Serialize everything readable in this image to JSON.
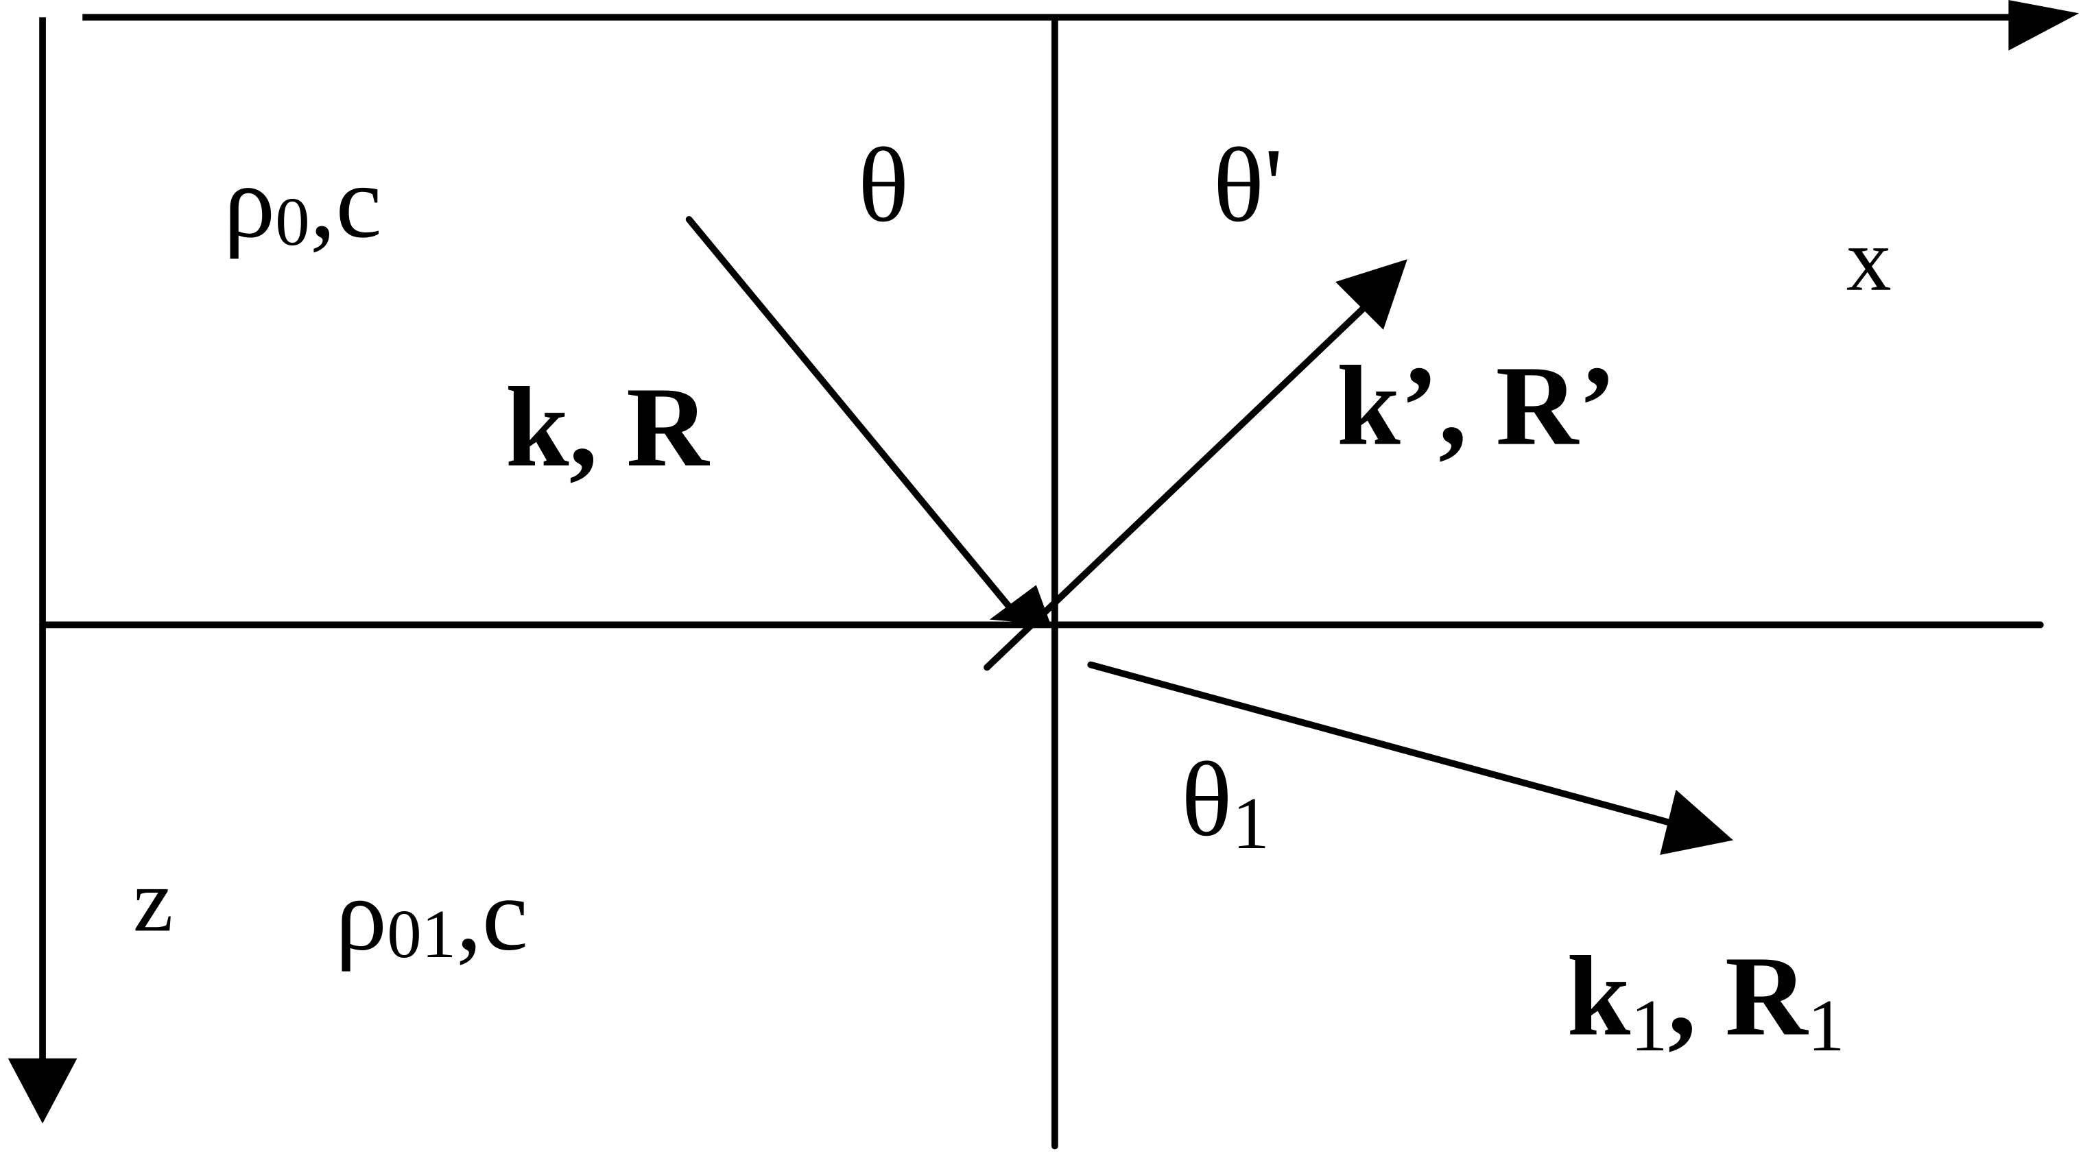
{
  "diagram": {
    "upper_medium": {
      "rho": "ρ",
      "sub": "0",
      "rest": ",c"
    },
    "lower_medium": {
      "rho": "ρ",
      "sub": "01",
      "rest": ",c"
    },
    "angle_incident": "θ",
    "angle_reflected": "θ'",
    "angle_transmitted": {
      "symbol": "θ",
      "sub": "1"
    },
    "incident_wave": "k, R",
    "reflected_wave": "k’, R’",
    "transmitted_wave": {
      "k": "k",
      "k_sub": "1",
      "comma": ", ",
      "r": "R",
      "r_sub": "1"
    },
    "x_axis": "x",
    "z_axis": "z"
  }
}
